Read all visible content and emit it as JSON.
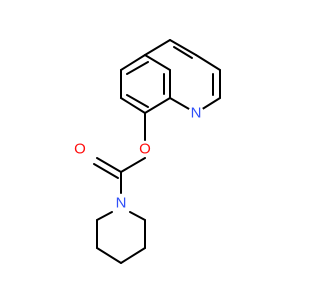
{
  "molecule": {
    "atoms": [
      {
        "id": "n_ring",
        "symbol": "N",
        "color": "#3050f8"
      },
      {
        "id": "o_ester",
        "symbol": "O",
        "color": "#ff0d0d"
      },
      {
        "id": "o_carbonyl",
        "symbol": "O",
        "color": "#ff0d0d"
      },
      {
        "id": "n_piperidine",
        "symbol": "N",
        "color": "#3050f8"
      }
    ],
    "bond_color": "#000000"
  }
}
